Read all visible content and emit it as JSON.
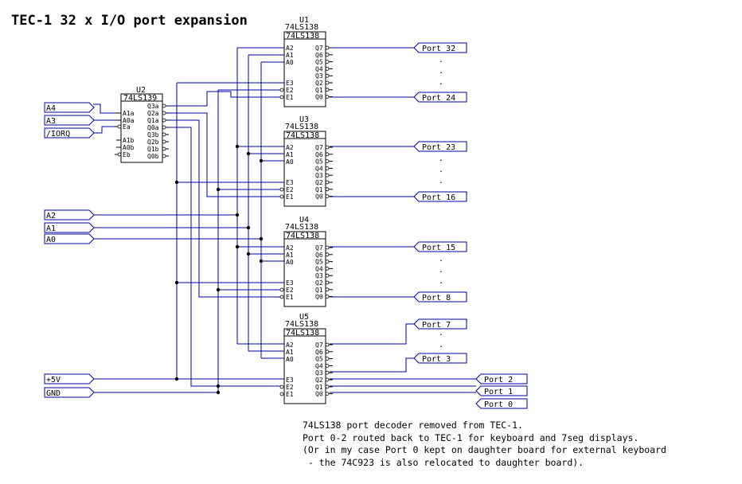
{
  "title": "TEC-1 32 x I/O port expansion",
  "u2": {
    "ref": "U2",
    "part": "74LS139",
    "left_pins": [
      "A1a",
      "A0a",
      "Ea",
      "A1b",
      "A0b",
      "Eb"
    ],
    "right_pins": [
      "Q3a",
      "Q2a",
      "Q1a",
      "Q0a",
      "Q3b",
      "Q2b",
      "Q1b",
      "Q0b"
    ]
  },
  "decoders": [
    {
      "ref": "U1",
      "part": "74LS138",
      "top_port": "Port 32",
      "bottom_port": "Port 24"
    },
    {
      "ref": "U3",
      "part": "74LS138",
      "top_port": "Port 23",
      "bottom_port": "Port 16"
    },
    {
      "ref": "U4",
      "part": "74LS138",
      "top_port": "Port 15",
      "bottom_port": "Port 8"
    },
    {
      "ref": "U5",
      "part": "74LS138",
      "top_port": "Port 7",
      "bottom_port": "Port 3"
    }
  ],
  "decoder_left_pins": [
    "A2",
    "A1",
    "A0",
    "E3",
    "E2",
    "E1"
  ],
  "decoder_right_pins": [
    "Q7",
    "Q6",
    "Q5",
    "Q4",
    "Q3",
    "Q2",
    "Q1",
    "Q0"
  ],
  "inputs": [
    "A4",
    "A3",
    "/IORQ",
    "A2",
    "A1",
    "A0",
    "+5V",
    "GND"
  ],
  "low_ports": [
    "Port 2",
    "Port 1",
    "Port 0"
  ],
  "ellipsis": ".",
  "notes": [
    "74LS138 port decoder removed from TEC-1.",
    "Port 0-2 routed back to TEC-1 for keyboard and 7seg displays.",
    "(Or in my case Port 0 kept on daughter board for external keyboard",
    " - the 74C923 is also relocated to daughter board)."
  ]
}
